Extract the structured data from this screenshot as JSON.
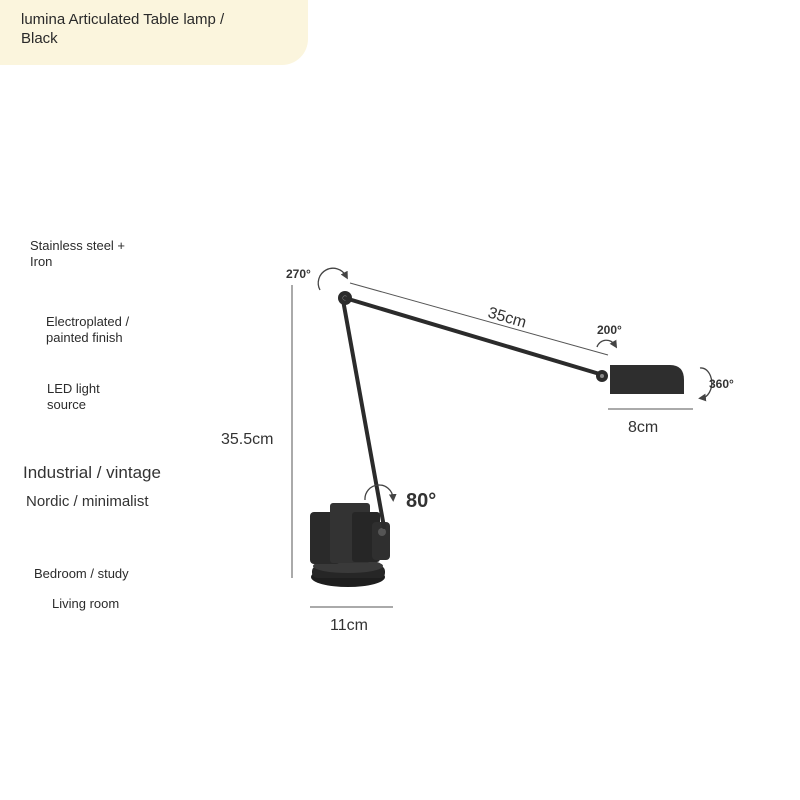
{
  "product": {
    "title": "lumina Articulated Table lamp / Black"
  },
  "features": {
    "material": "Stainless steel + Iron",
    "finish": "Electroplated / painted finish",
    "light_source": "LED light source",
    "style_primary": "Industrial / vintage",
    "style_secondary": "Nordic / minimalist",
    "room_primary": "Bedroom / study",
    "room_secondary": "Living room"
  },
  "dimensions": {
    "arm_length": "35cm",
    "height": "35.5cm",
    "head_width": "8cm",
    "base_width": "11cm"
  },
  "rotations": {
    "top_joint": "270°",
    "head_joint": "200°",
    "head_spin": "360°",
    "base_joint": "80°"
  },
  "colors": {
    "title_bg": "#fbf5dd",
    "lamp": "#2b2b2b"
  }
}
